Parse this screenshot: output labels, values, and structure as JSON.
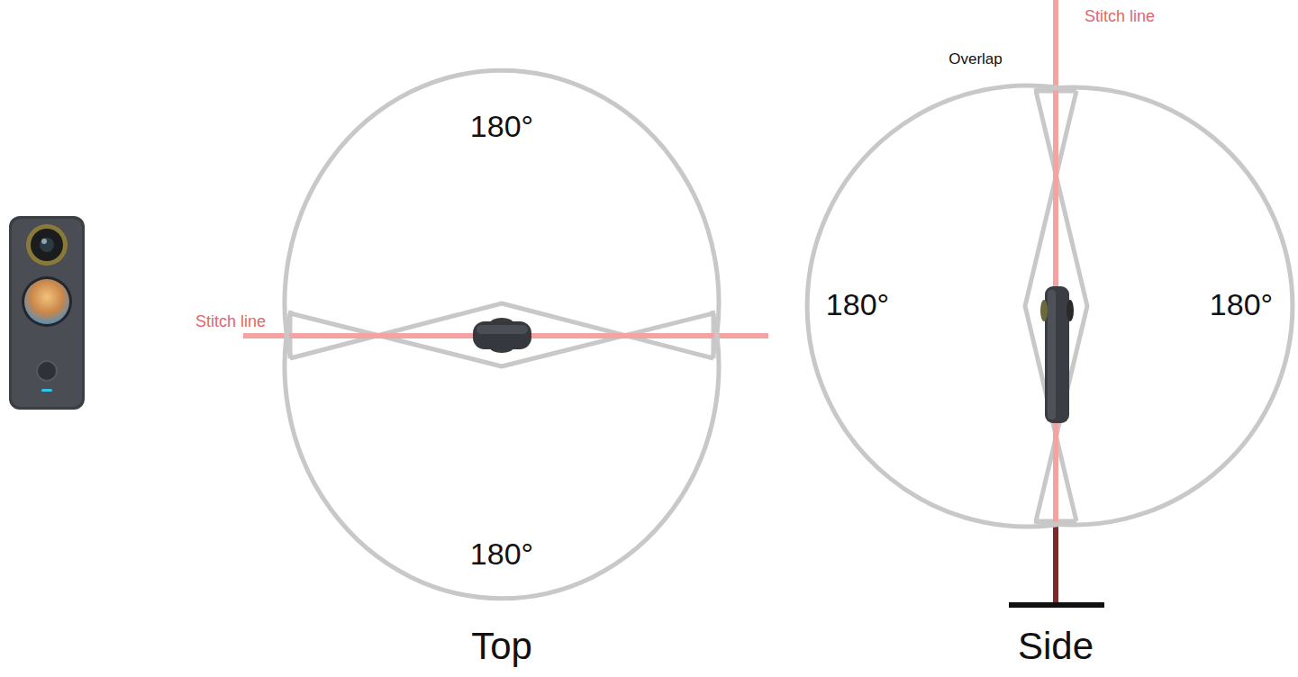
{
  "diagram": {
    "nodes": [
      {
        "text": [
          "180°"
        ]
      },
      {
        "text": [
          "180°"
        ]
      },
      {
        "text": [
          "180°"
        ]
      },
      {
        "text": [
          "180°"
        ]
      }
    ],
    "labels": [
      "Stitch line",
      "Overlap",
      "Stitch line",
      "Top",
      "Side"
    ]
  }
}
